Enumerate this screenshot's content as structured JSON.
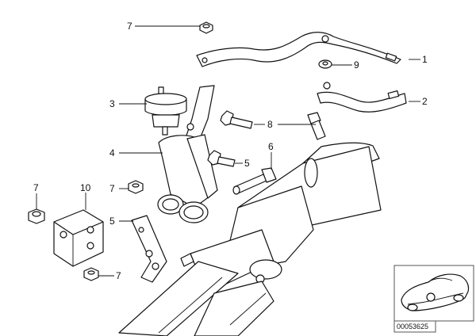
{
  "diagram": {
    "callouts": {
      "c1": "1",
      "c2": "2",
      "c3": "3",
      "c4": "4",
      "c5a": "5",
      "c5b": "5",
      "c6": "6",
      "c7a": "7",
      "c7b": "7",
      "c7c": "7",
      "c7d": "7",
      "c8": "8",
      "c9": "9",
      "c10": "10"
    },
    "inset": {
      "image_id": "00053625"
    }
  }
}
